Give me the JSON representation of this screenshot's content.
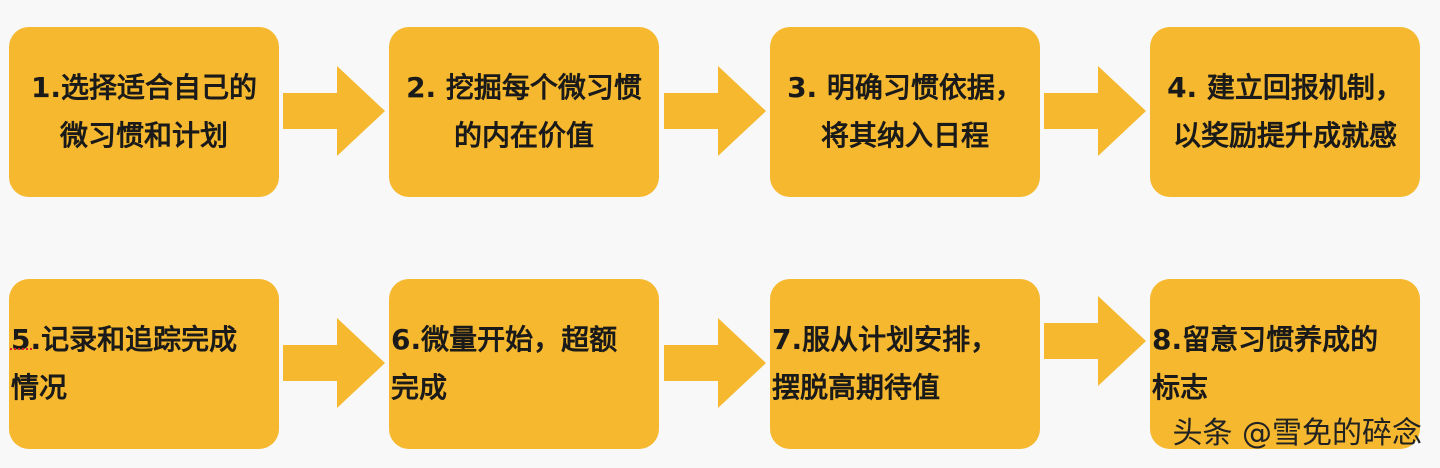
{
  "steps": [
    {
      "line1": "1.选择适合自己的",
      "line2": "微习惯和计划"
    },
    {
      "line1": "2. 挖掘每个微习惯",
      "line2": "的内在价值"
    },
    {
      "line1": "3. 明确习惯依据，",
      "line2": "将其纳入日程"
    },
    {
      "line1": "4. 建立回报机制，",
      "line2": "以奖励提升成就感"
    },
    {
      "line1": "5.记录和追踪完成",
      "line2": "情况"
    },
    {
      "line1": "6.微量开始，超额",
      "line2": "完成"
    },
    {
      "line1": "7.服从计划安排，",
      "line2": "摆脱高期待值"
    },
    {
      "line1": "8.留意习惯养成的",
      "line2": "标志"
    }
  ],
  "watermark": "头条 @雪免的碎念",
  "colors": {
    "box": "#f5b82e",
    "arrow": "#f5b82e",
    "background": "#f8f8f8",
    "text": "#1a1a1a"
  }
}
